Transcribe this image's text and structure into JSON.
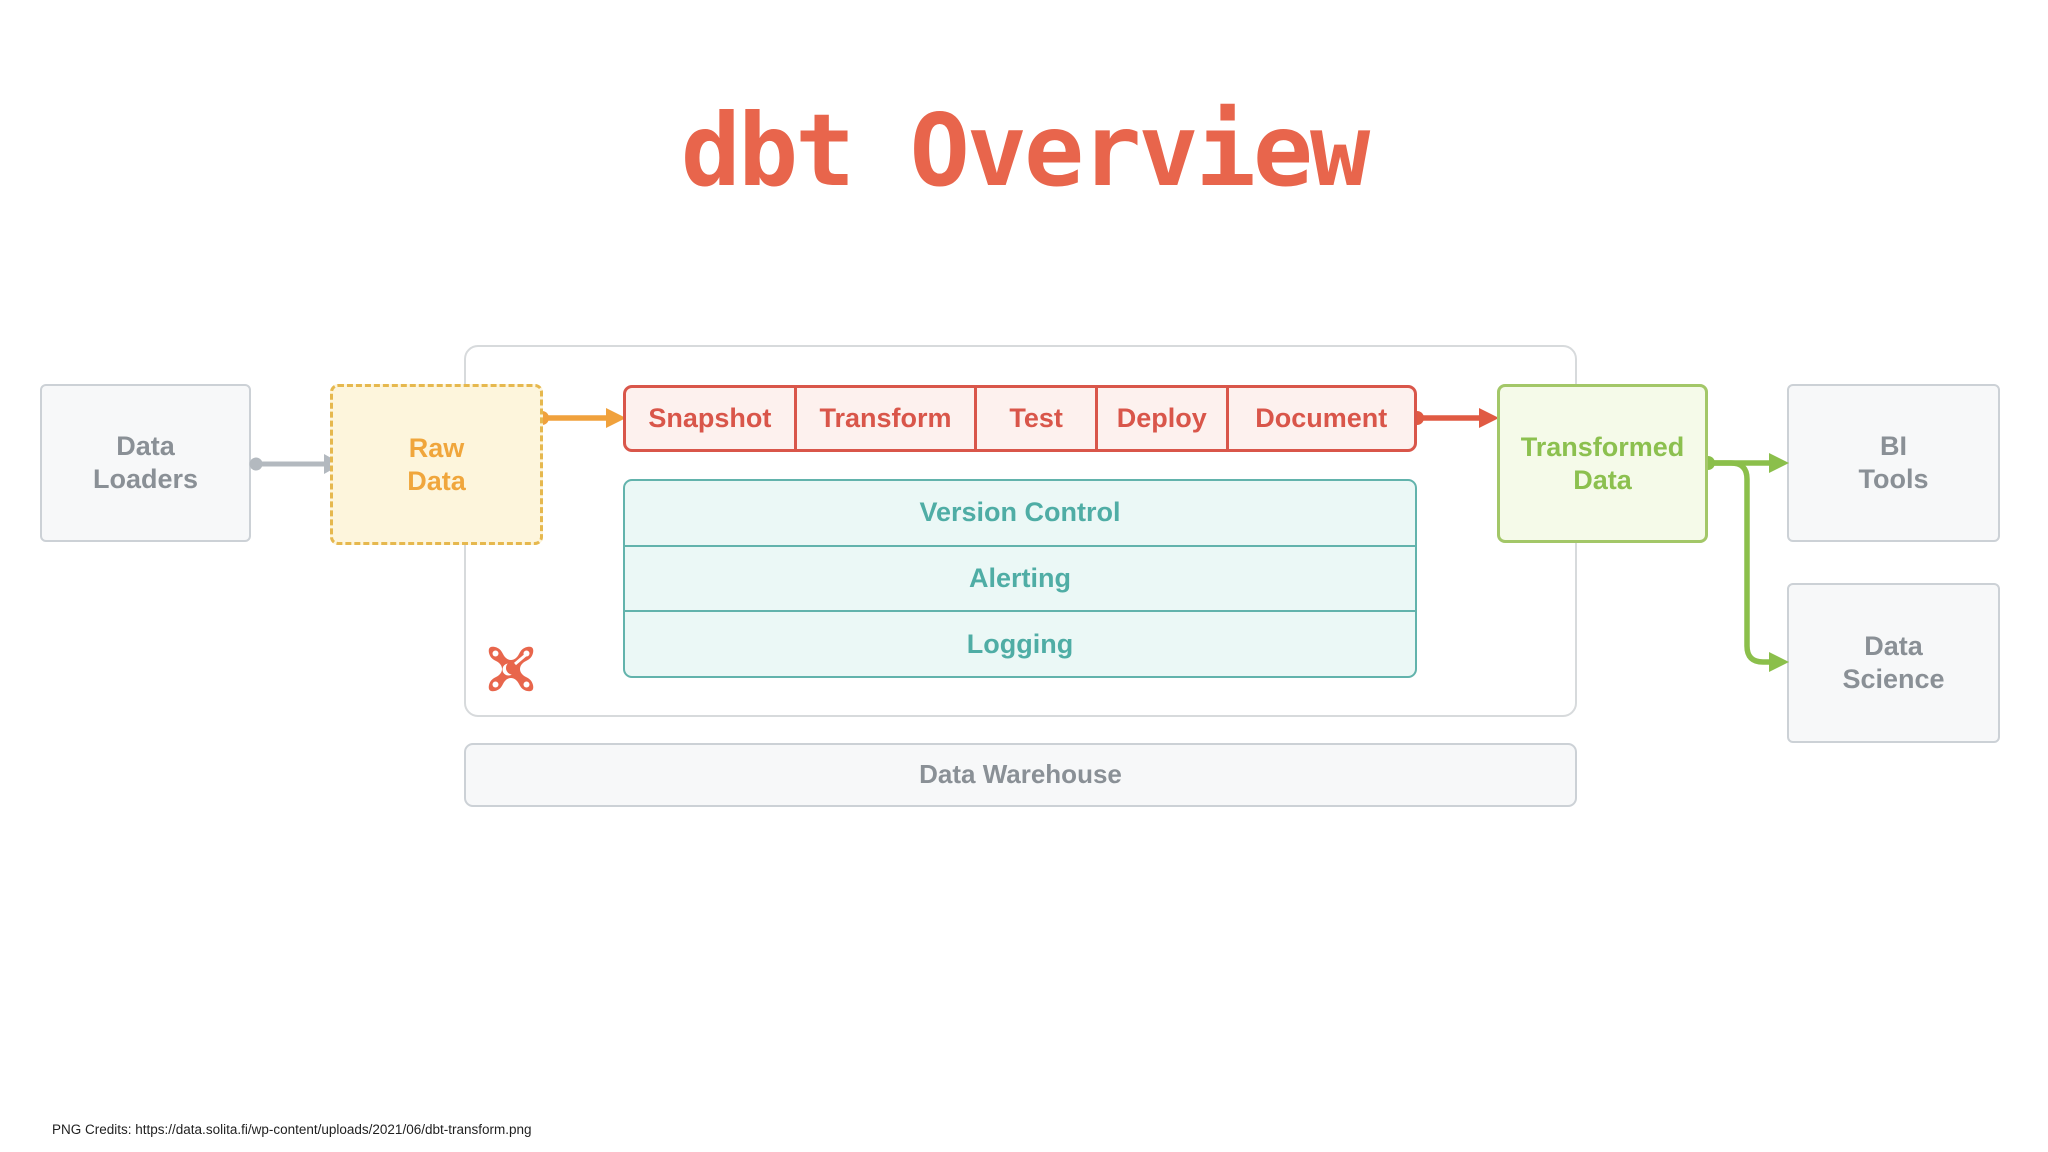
{
  "title": "dbt Overview",
  "credits": "PNG Credits: https://data.solita.fi/wp-content/uploads/2021/06/dbt-transform.png",
  "boxes": {
    "data_loaders": {
      "label": "Data\nLoaders"
    },
    "raw_data": {
      "label": "Raw\nData"
    },
    "transformed_data": {
      "label": "Transformed\nData"
    },
    "bi_tools": {
      "label": "BI\nTools"
    },
    "data_science": {
      "label": "Data\nScience"
    },
    "data_warehouse": {
      "label": "Data Warehouse"
    }
  },
  "pipeline": {
    "steps": [
      "Snapshot",
      "Transform",
      "Test",
      "Deploy",
      "Document"
    ]
  },
  "layers": [
    "Version Control",
    "Alerting",
    "Logging"
  ],
  "icons": {
    "dbt_logo": "dbt-logo-icon"
  },
  "colors": {
    "title_coral": "#e8654c",
    "pipeline_red": "#d9564a",
    "pipeline_fill": "#fdf1ee",
    "orange_accent": "#f0a13c",
    "raw_fill": "#fdf5dc",
    "raw_border": "#e6b84e",
    "teal": "#4fada5",
    "teal_border": "#62b3ac",
    "teal_fill": "#ebf8f6",
    "green": "#8cc04f",
    "green_border": "#a3c768",
    "green_fill": "#f5fae9",
    "gray_text": "#8a9096",
    "gray_fill": "#f7f8f9",
    "gray_border": "#ccd1d6",
    "arrow_gray": "#b3b9bf",
    "arrow_orange": "#f0a13c",
    "arrow_red": "#e05a43",
    "arrow_green": "#8bbf4b",
    "logo_coral": "#e8664c"
  }
}
